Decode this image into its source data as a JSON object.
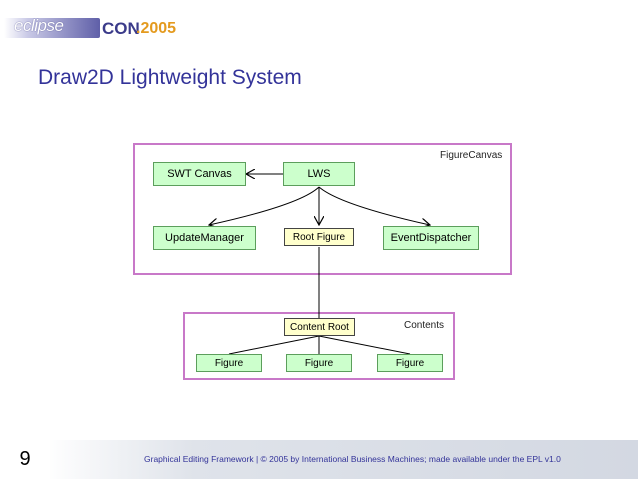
{
  "header": {
    "logo_eclipse": "eclipse",
    "logo_con": "CON",
    "logo_year": ".2005"
  },
  "slide": {
    "title": "Draw2D Lightweight System",
    "page_number": "9"
  },
  "diagram": {
    "figure_canvas_label": "FigureCanvas",
    "contents_label": "Contents",
    "nodes": {
      "swt_canvas": "SWT Canvas",
      "lws": "LWS",
      "update_manager": "UpdateManager",
      "root_figure": "Root Figure",
      "event_dispatcher": "EventDispatcher",
      "content_root": "Content Root",
      "figure_1": "Figure",
      "figure_2": "Figure",
      "figure_3": "Figure"
    },
    "colors": {
      "container_border": "#c878c8",
      "node_fill": "#ffffcc",
      "node_big_fill": "#ccffcc",
      "node_border": "#5c9e5c"
    }
  },
  "footer": {
    "text": "Graphical Editing Framework |  © 2005 by International Business Machines; made available under the EPL v1.0"
  }
}
